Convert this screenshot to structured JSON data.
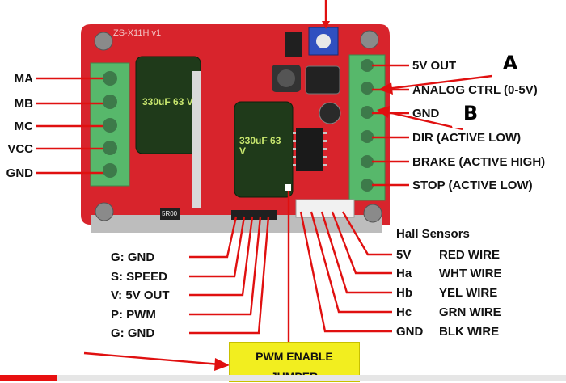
{
  "board": {
    "silkscreen": "ZS-X11H v1",
    "cap_label_1": "330uF 63 V",
    "cap_label_2": "330uF 63 V",
    "resistor_label": "5R00"
  },
  "left_terminals": [
    "MA",
    "MB",
    "MC",
    "VCC",
    "GND"
  ],
  "right_terminals": [
    "5V OUT",
    "ANALOG CTRL (0-5V)",
    "GND",
    "DIR (ACTIVE LOW)",
    "BRAKE (ACTIVE HIGH)",
    "STOP (ACTIVE LOW)"
  ],
  "callouts": [
    "A",
    "B"
  ],
  "bottom_pins": [
    "G: GND",
    "S: SPEED",
    "V: 5V OUT",
    "P: PWM",
    "G: GND"
  ],
  "hall": {
    "title": "Hall Sensors",
    "pins": [
      "5V",
      "Ha",
      "Hb",
      "Hc",
      "GND"
    ],
    "wires": [
      "RED WIRE",
      "WHT WIRE",
      "YEL WIRE",
      "GRN WIRE",
      "BLK WIRE"
    ]
  },
  "jumper": {
    "line1": "PWM ENABLE",
    "line2": "JUMPER"
  },
  "video_progress": 0.1,
  "colors": {
    "pcb": "#d8242c",
    "terminal": "#57b86b",
    "arrow": "#e01010",
    "jumper_bg": "#f2ee1f",
    "cap": "#1f3a1a"
  }
}
